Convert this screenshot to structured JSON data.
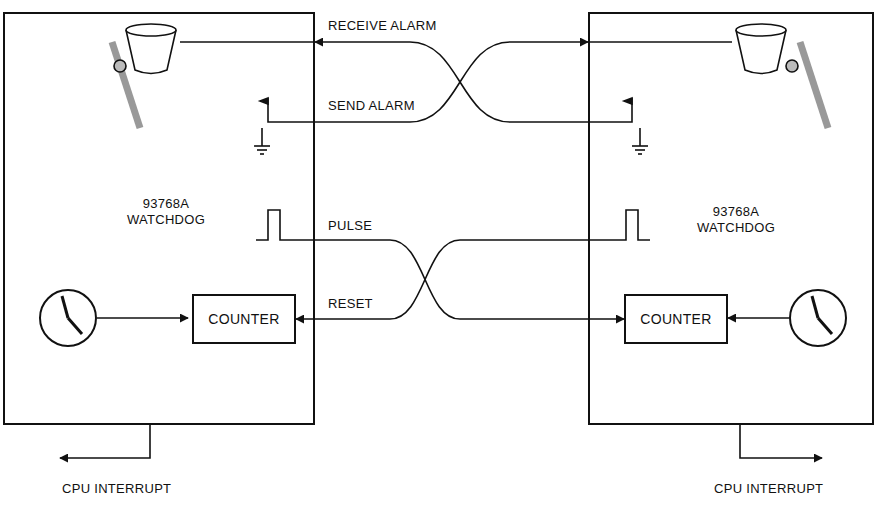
{
  "diagram": {
    "nodes": [
      {
        "text": [
          "93768A WATCHDOG"
        ]
      },
      {
        "text": [
          "COUNTER"
        ],
        "in": 0
      },
      {
        "text": [
          "93768A WATCHDOG"
        ]
      },
      {
        "text": [
          "COUNTER"
        ],
        "in": 2
      }
    ],
    "edges": [
      {
        "from": 2,
        "to": 0,
        "arrow": "to",
        "label": "RECEIVE ALARM"
      },
      {
        "from": 0,
        "to": 2,
        "arrow": "to",
        "label": "SEND ALARM"
      },
      {
        "from": 0,
        "to": 3,
        "arrow": "to",
        "label": "PULSE"
      },
      {
        "from": 2,
        "to": 1,
        "arrow": "to",
        "label": "RESET"
      }
    ],
    "labels": [
      "CPU INTERRUPT",
      "CPU INTERRUPT"
    ]
  }
}
